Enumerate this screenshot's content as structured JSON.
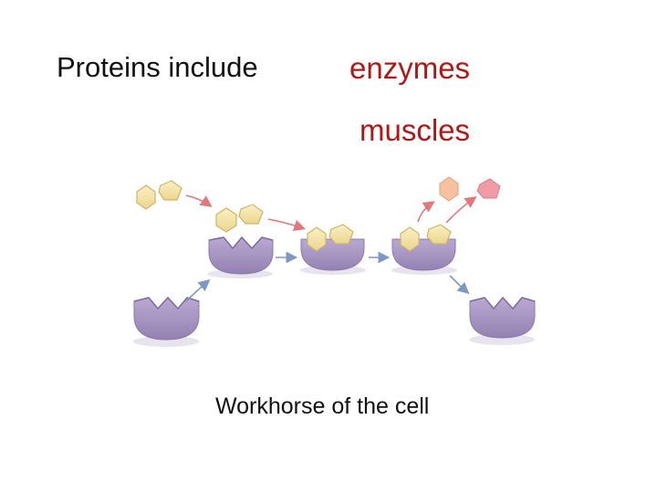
{
  "slide": {
    "heading": "Proteins include",
    "terms": [
      "enzymes",
      "muscles"
    ],
    "caption": "Workhorse of the cell"
  },
  "colors": {
    "enzyme_fill": "#a896c2",
    "enzyme_dark": "#8c79ac",
    "substrate_fill": "#f4e3a6",
    "substrate_stroke": "#cdb565",
    "product_orange": "#f6c1a0",
    "product_pink": "#ef9ca6",
    "arrow_red": "#e0787c",
    "arrow_blue": "#7f97c4",
    "accent_text": "#b01818"
  }
}
